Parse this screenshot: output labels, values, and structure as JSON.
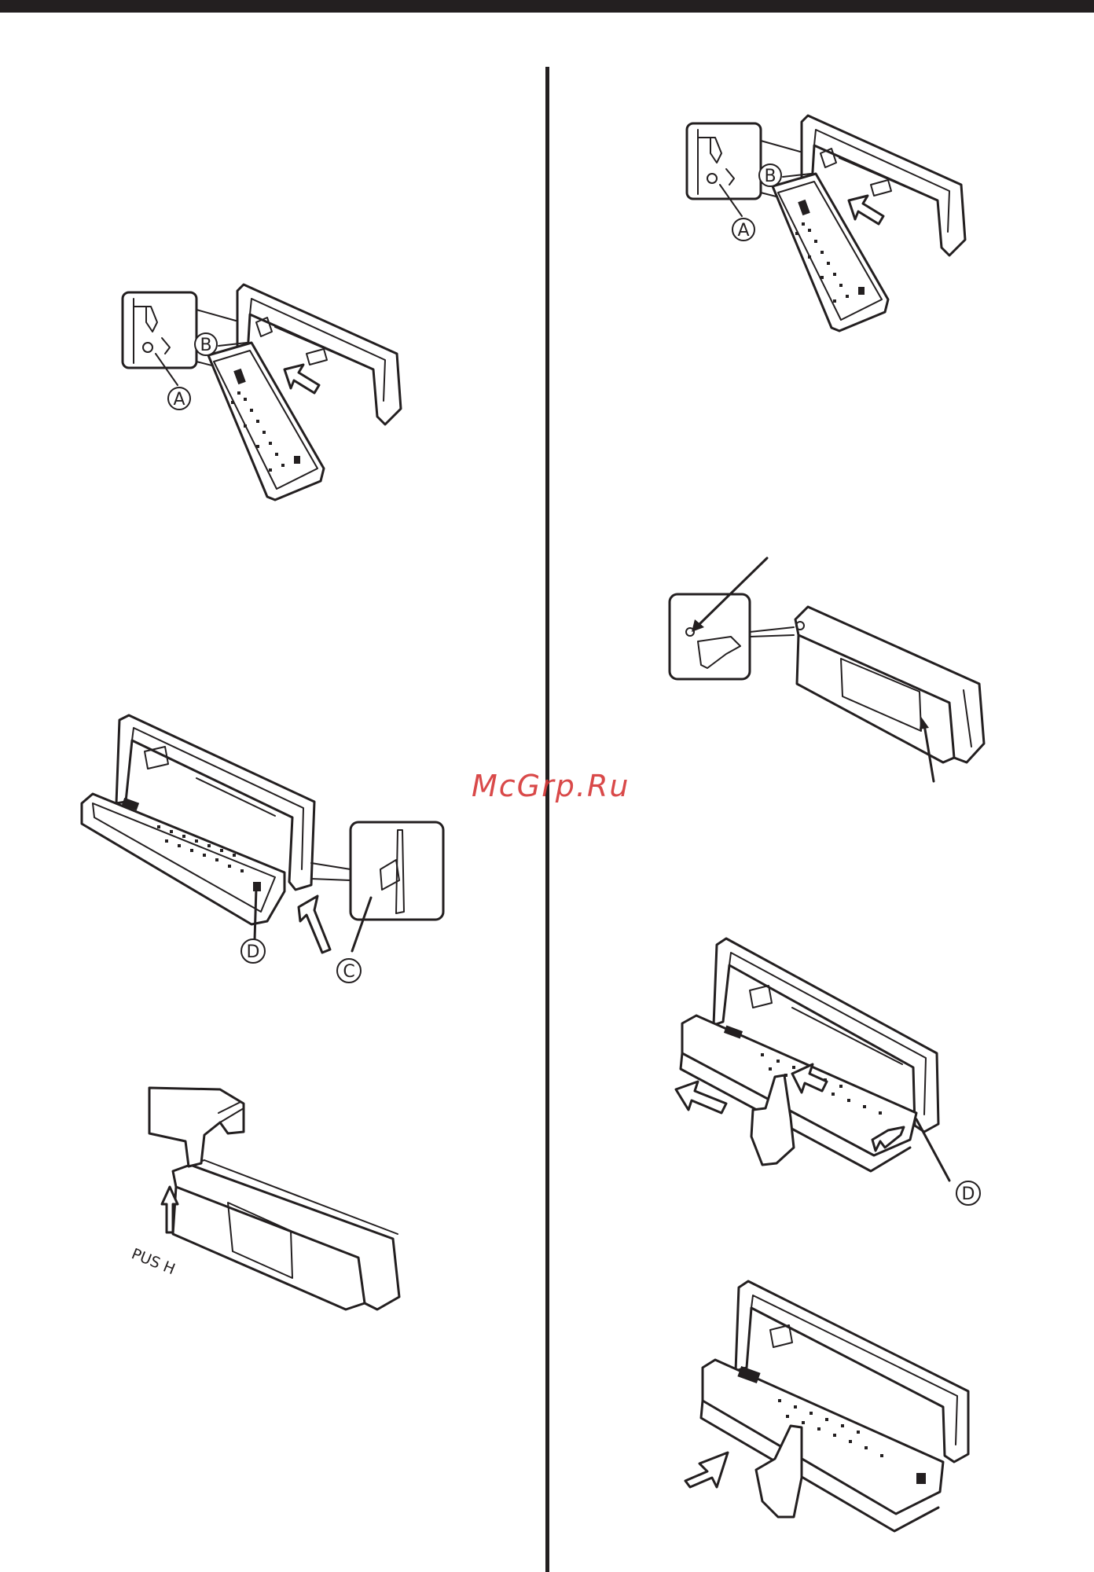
{
  "watermark": "McGrp.Ru",
  "labels": {
    "a": "A",
    "b": "B",
    "c": "C",
    "d": "D",
    "push": "PUS H"
  },
  "colors": {
    "ink": "#231f20",
    "watermark": "#d63a3a",
    "background": "#ffffff"
  }
}
